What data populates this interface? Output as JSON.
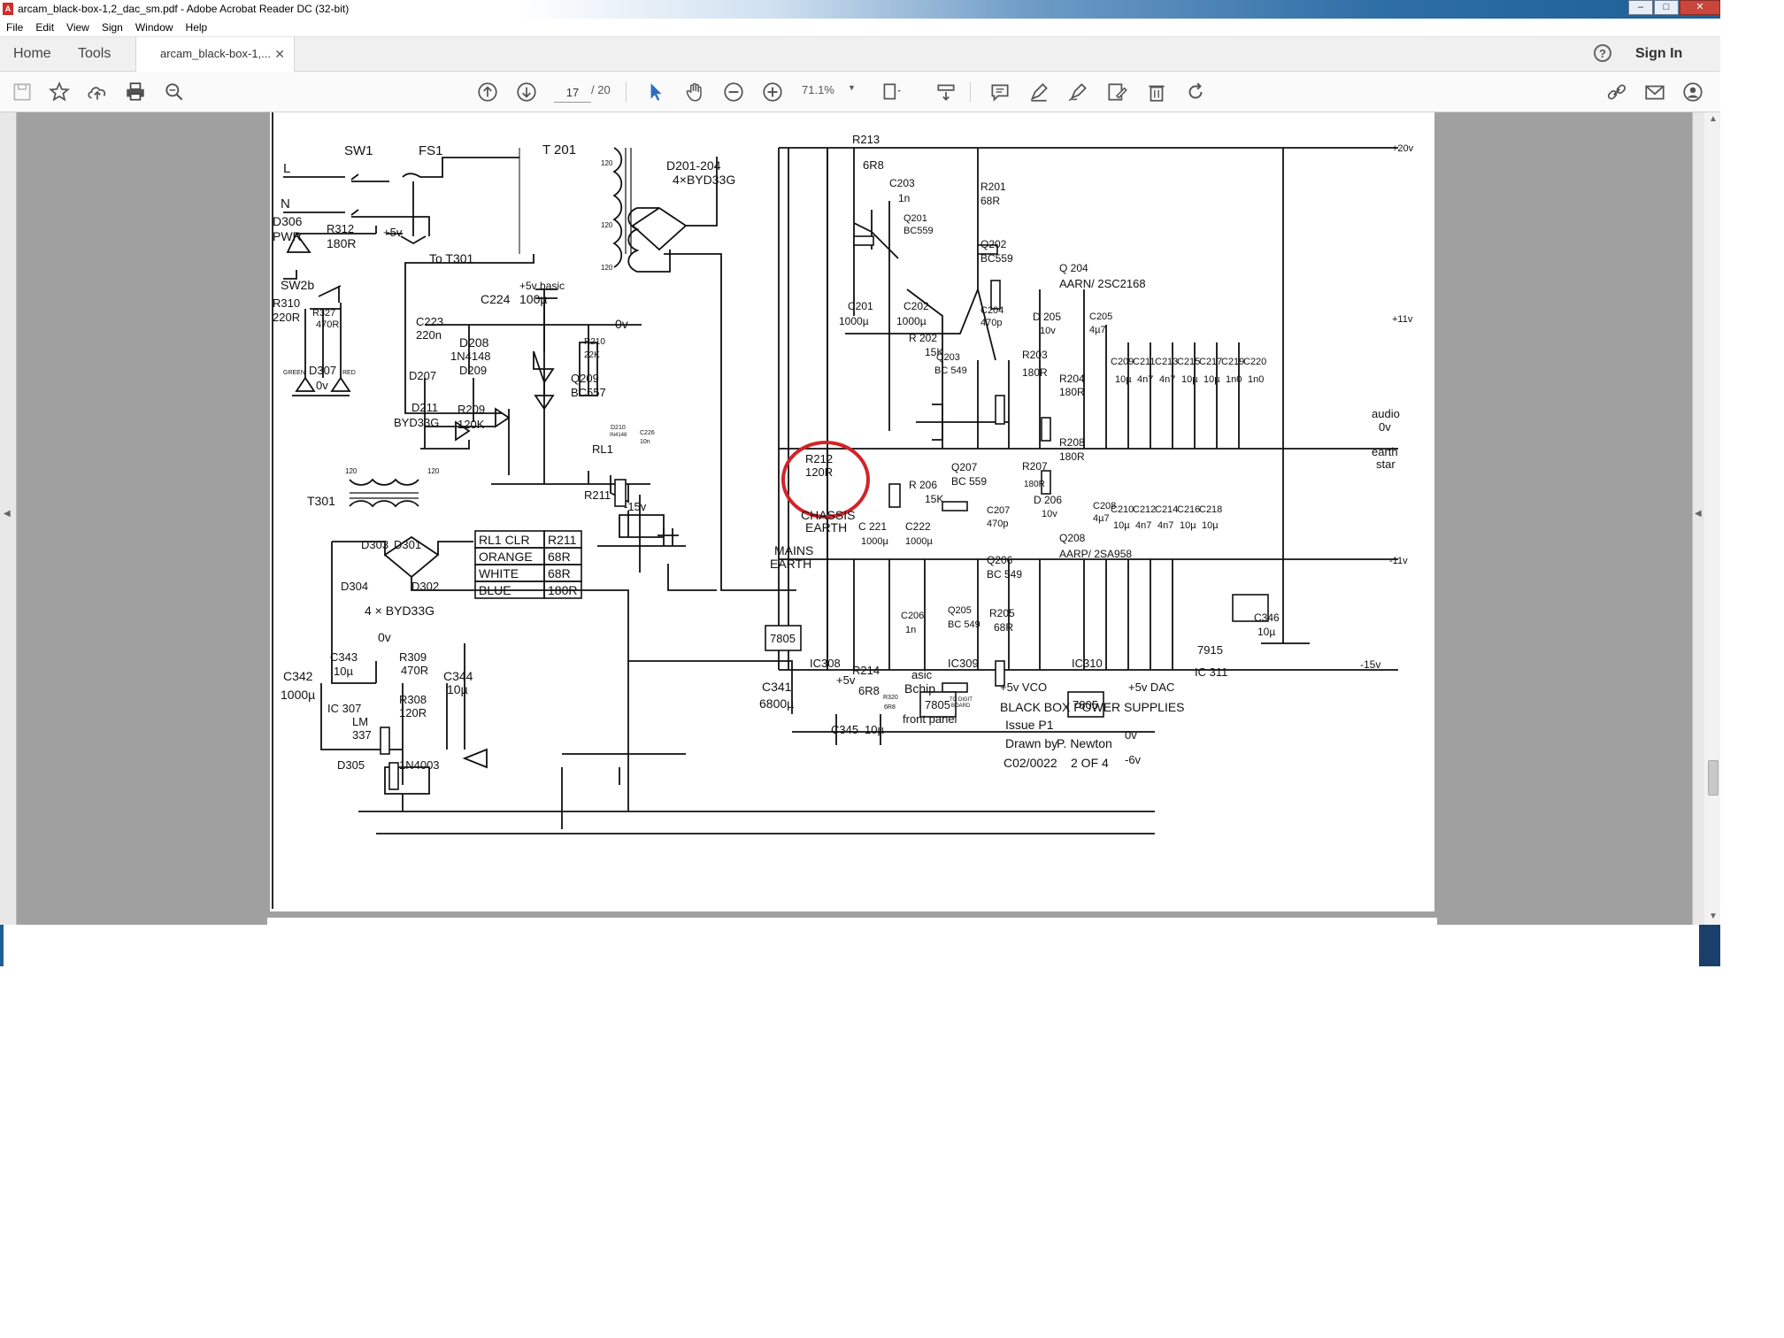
{
  "window": {
    "title": "arcam_black-box-1,2_dac_sm.pdf - Adobe Acrobat Reader DC (32-bit)"
  },
  "menu": [
    "File",
    "Edit",
    "View",
    "Sign",
    "Window",
    "Help"
  ],
  "tabs": {
    "home": "Home",
    "tools": "Tools",
    "document": "arcam_black-box-1,...",
    "signin": "Sign In"
  },
  "toolbar": {
    "current_page": "17",
    "total_pages": "/ 20",
    "zoom": "71.1%"
  },
  "schematic": {
    "mains": {
      "l": "L",
      "n": "N",
      "sw1": "SW1",
      "fs1": "FS1",
      "t201": "T 201",
      "to_t301": "To T301",
      "d201": "D201-204",
      "d201b": "4×BYD33G",
      "t201_tap_top": "120",
      "t201_tap_mid": "120",
      "t201_tap_bot": "120"
    },
    "standby": {
      "d306": "D306",
      "pwr": "PWR",
      "r312": "R312",
      "r312v": "180R",
      "plus5v": "+5v",
      "sw2b": "SW2b",
      "r310": "R310",
      "r310v": "220R",
      "r327": "R327",
      "r327v": "470R",
      "green": "GREEN",
      "red": "RED",
      "d307": "D307",
      "zero": "0v",
      "c223": "C223",
      "c223v": "220n",
      "c224": "C224",
      "c224v": "100µ",
      "basic": "+5v basic",
      "zero2": "0v",
      "d208": "D208",
      "d208v": "1N4148",
      "d209": "D209",
      "r210": "R210",
      "r210v": "22K",
      "d207": "D207",
      "d211": "D211",
      "d211v": "BYD33G",
      "r209": "R209",
      "r209v": "120K",
      "q209": "Q209",
      "q209v": "BC557",
      "rl1": "RL1",
      "d210": "D210",
      "d210v": "IN4148",
      "c226": "C226",
      "c226v": "10n",
      "r211": "R211",
      "minus15": "-15v"
    },
    "relay_table": {
      "headers": [
        "RL1 CLR",
        "R211"
      ],
      "rows": [
        [
          "ORANGE",
          "68R"
        ],
        [
          "WHITE",
          "68R"
        ],
        [
          "BLUE",
          "180R"
        ]
      ]
    },
    "earth": {
      "r212": "R212",
      "r212v": "120R",
      "chassis1": "CHASSIS",
      "chassis2": "EARTH",
      "mains1": "MAINS",
      "mains2": "EARTH"
    },
    "rails": {
      "r213": "R213",
      "r213v": "6R8",
      "plus20": "+20v",
      "plus11": "+11v",
      "audio": "audio",
      "zero": "0v",
      "earth1": "earth",
      "earth2": "star",
      "minus11": "-11v",
      "minus15": "-15v",
      "r214": "R214",
      "r214v": "6R8"
    },
    "positive_reg": {
      "c203": "C203",
      "c203v": "1n",
      "q201": "Q201",
      "q201v": "BC559",
      "r201": "R201",
      "r201v": "68R",
      "q202": "Q202",
      "q202v": "BC559",
      "q204": "Q 204",
      "q204v": "AARN/ 2SC2168",
      "c201": "C201",
      "c201v": "1000µ",
      "c202": "C202",
      "c202v": "1000µ",
      "r202": "R 202",
      "r202v": "15K",
      "q203": "Q203",
      "q203v": "BC 549",
      "c204": "C204",
      "c204v": "470p",
      "r203": "R203",
      "r203v": "180R",
      "d205": "D 205",
      "d205v": "10v",
      "c205": "C205",
      "c205v": "4µ7",
      "r204": "R204",
      "r204v": "180R"
    },
    "decoupling_pos": {
      "names": [
        "C209",
        "C211",
        "C213",
        "C215",
        "C217",
        "C219",
        "C220"
      ],
      "values": [
        "10µ",
        "4n7",
        "4n7",
        "10µ",
        "10µ",
        "1n0",
        "1n0"
      ]
    },
    "negative_reg": {
      "r208": "R208",
      "r208v": "180R",
      "q207": "Q207",
      "q207v": "BC 559",
      "r206": "R 206",
      "r206v": "15K",
      "r207": "R207",
      "r207v": "180R",
      "c207": "C207",
      "c207v": "470p",
      "d206": "D 206",
      "d206v": "10v",
      "c208": "C208",
      "c208v": "4µ7",
      "c221": "C 221",
      "c221v": "1000µ",
      "c222": "C222",
      "c222v": "1000µ",
      "q208": "Q208",
      "q208v": "AARP/ 2SA958",
      "q206": "Q206",
      "q206v": "BC 549",
      "c206": "C206",
      "c206v": "1n",
      "q205": "Q205",
      "q205v": "BC 549",
      "r205": "R205",
      "r205v": "68R"
    },
    "decoupling_neg": {
      "names": [
        "C210",
        "C212",
        "C214",
        "C216",
        "C218"
      ],
      "values": [
        "10µ",
        "4n7",
        "4n7",
        "10µ",
        "10µ"
      ]
    },
    "ic311": {
      "c346": "C346",
      "c346v": "10µ",
      "ic": "7915",
      "name": "IC 311"
    },
    "supply2": {
      "t301": "T301",
      "tap1": "120",
      "tap2": "120",
      "d303": "D303",
      "d301": "D301",
      "d304": "D304",
      "d302": "D302",
      "bridge": "4 × BYD33G",
      "zero": "0v",
      "c342": "C342",
      "c342v": "1000µ",
      "c343": "C343",
      "c343v": "10µ",
      "r309": "R309",
      "r309v": "470R",
      "c344": "C344",
      "c344v": "10µ",
      "ic307": "IC 307",
      "lm1": "LM",
      "lm2": "337",
      "r308": "R308",
      "r308v": "120R",
      "d305": "D305",
      "d305v": "1N4003",
      "c341": "C341",
      "c341v": "6800µ"
    },
    "regs": {
      "ic308": "IC308",
      "ic309": "IC309",
      "ic310": "IC310",
      "reg": "7805",
      "plus5": "+5v",
      "asic": "asic",
      "bchip": "Bchip",
      "r320": "R320",
      "r320v": "6R8",
      "todigital1": "TO DIGIT",
      "todigital2": "BOARD",
      "frontpanel": "front panel",
      "c345": "C345",
      "c345v": "10µ",
      "vco": "+5v VCO",
      "dac": "+5v DAC",
      "zero": "0v",
      "minus6": "-6v"
    },
    "titleblock": {
      "title": "BLACK BOX POWER SUPPLIES",
      "issue": "Issue P1",
      "drawn": "Drawn by",
      "author": "P. Newton",
      "number": "C02/0022",
      "sheet": "2  OF 4"
    }
  }
}
